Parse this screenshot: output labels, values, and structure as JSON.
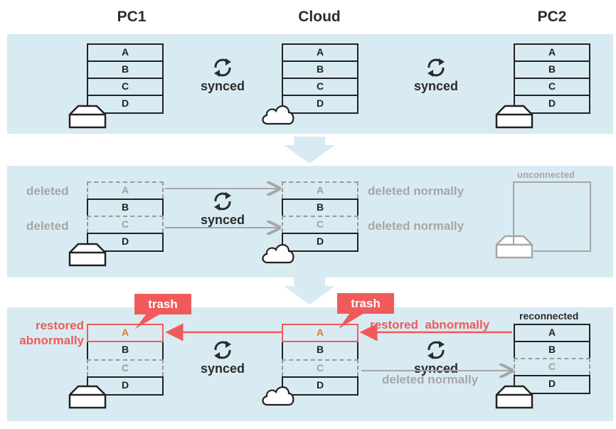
{
  "headers": {
    "pc1": "PC1",
    "cloud": "Cloud",
    "pc2": "PC2"
  },
  "stage1": {
    "pc1_rows": [
      "A",
      "B",
      "C",
      "D"
    ],
    "cloud_rows": [
      "A",
      "B",
      "C",
      "D"
    ],
    "pc2_rows": [
      "A",
      "B",
      "C",
      "D"
    ],
    "sync_left": "synced",
    "sync_right": "synced"
  },
  "stage2": {
    "pc1_rows": [
      "A",
      "B",
      "C",
      "D"
    ],
    "cloud_rows": [
      "A",
      "B",
      "C",
      "D"
    ],
    "deleted_a": "deleted",
    "deleted_c": "deleted",
    "deleted_normally_a": "deleted normally",
    "deleted_normally_c": "deleted normally",
    "sync": "synced",
    "pc2_status": "unconnected"
  },
  "stage3": {
    "pc1_rows": [
      "A",
      "B",
      "C",
      "D"
    ],
    "cloud_rows": [
      "A",
      "B",
      "C",
      "D"
    ],
    "pc2_rows": [
      "A",
      "B",
      "C",
      "D"
    ],
    "trash_left": "trash",
    "trash_right": "trash",
    "restored_abnormally_left": "restored abnormally",
    "restored_abnormally_right": "restored  abnormally",
    "deleted_normally": "deleted normally",
    "sync_left": "synced",
    "sync_right": "synced",
    "pc2_status": "reconnected"
  },
  "colors": {
    "panel": "#d9ebf2",
    "red": "#f05a5a",
    "gray": "#a6a6a6",
    "orange": "#e87820"
  }
}
